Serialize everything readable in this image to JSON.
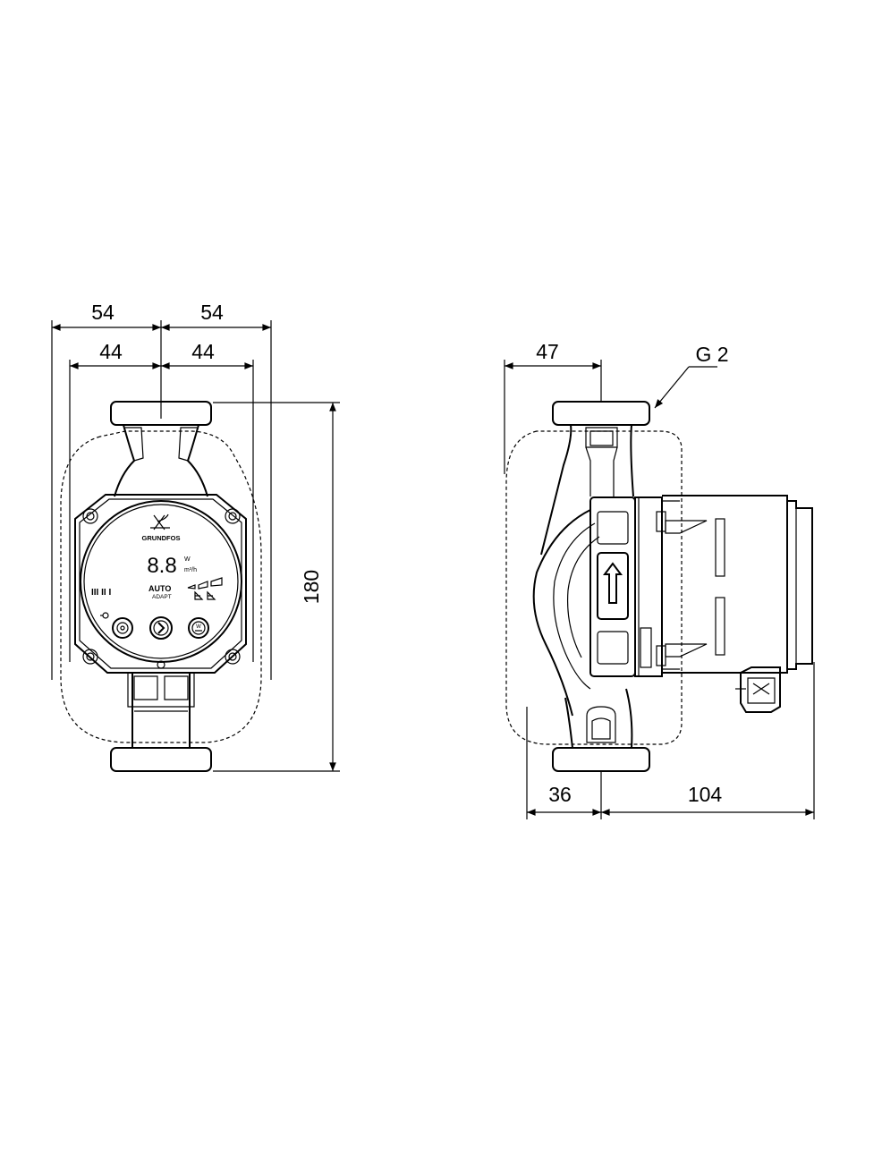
{
  "front_view": {
    "dim_outer_left": "54",
    "dim_outer_right": "54",
    "dim_inner_left": "44",
    "dim_inner_right": "44",
    "dim_height": "180",
    "brand_text": "GRUNDFOS",
    "display_value": "8.8",
    "unit_power": "W",
    "unit_flow": "m³/h",
    "mode_auto": "AUTO",
    "mode_adapt": "ADAPT",
    "speed_marks": "III  II  I"
  },
  "side_view": {
    "dim_top": "47",
    "thread_label": "G 2",
    "dim_bottom_left": "36",
    "dim_bottom_right": "104"
  }
}
